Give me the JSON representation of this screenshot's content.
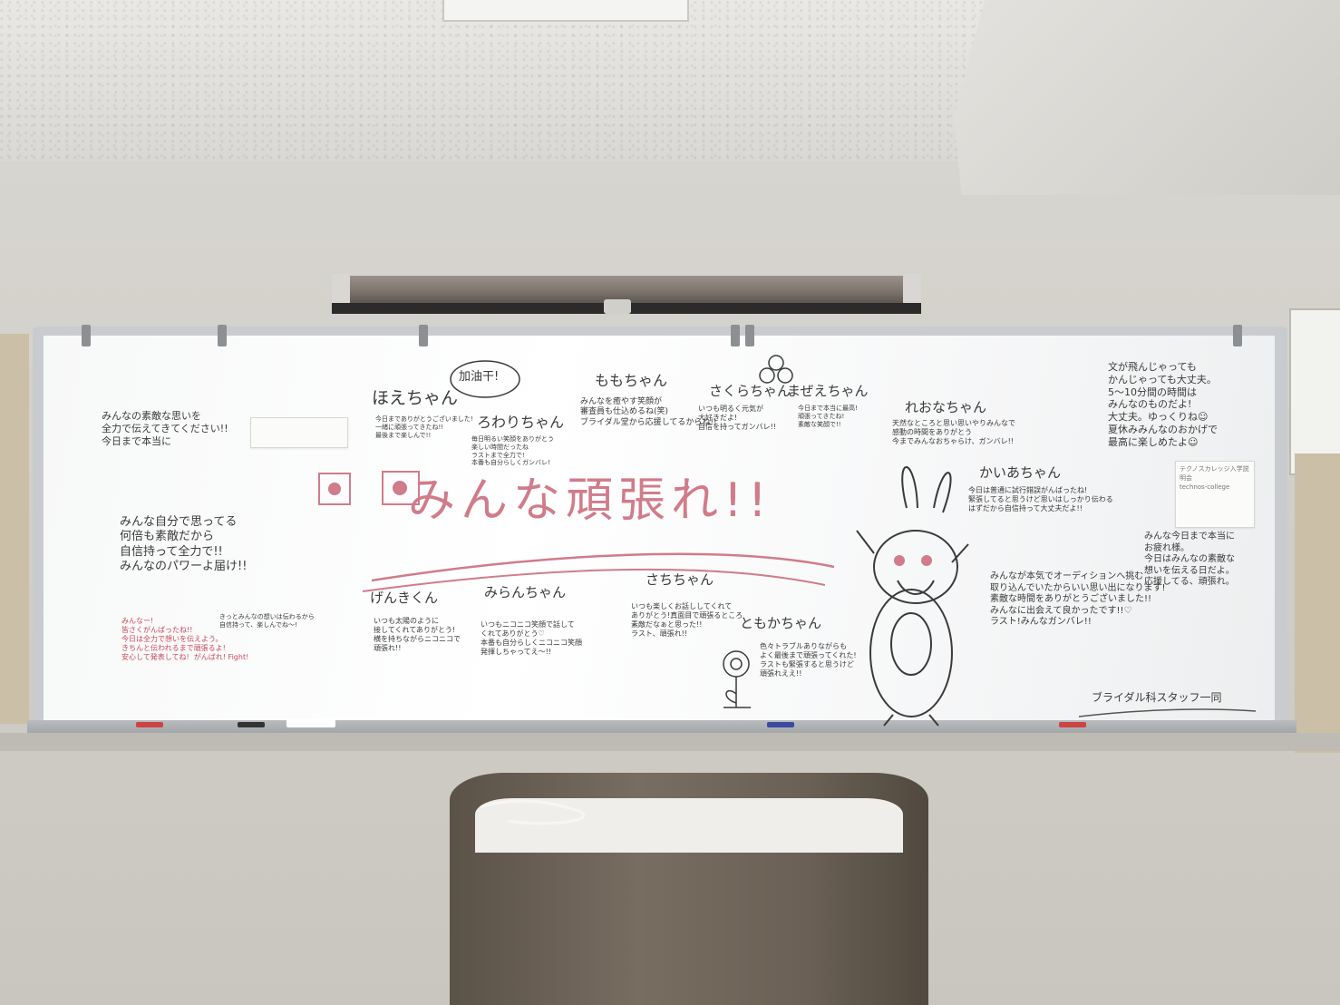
{
  "board": {
    "title": "みんな頑張れ!!",
    "oil": "加油干!",
    "messages": [
      {
        "id": "top-left",
        "text": "みんなの素敵な思いを\n全力で伝えてきてください!!\n今日まで本当に"
      },
      {
        "id": "hoechan",
        "text": "ほえちゃん"
      },
      {
        "id": "hoechan-body",
        "text": "今日までありがとうございました!\n一緒に頑張ってきたね!!\n最後まで楽しんで!!"
      },
      {
        "id": "warichan",
        "text": "ろわりちゃん"
      },
      {
        "id": "warichan-body",
        "text": "毎日明るい笑顔をありがとう\n楽しい時間だったね\nラストまで全力で!\n本番も自分らしくガンバレ!"
      },
      {
        "id": "momochan",
        "text": "ももちゃん"
      },
      {
        "id": "momochan-body",
        "text": "みんなを癒やす笑顔が\n審査員も仕込めるね(笑)\nブライダル堂から応援してるからね!!"
      },
      {
        "id": "sakurachan",
        "text": "さくらちゃん"
      },
      {
        "id": "sakurachan-body",
        "text": "いつも明るく元気が\n大好きだよ!\n自信を持ってガンバレ!!"
      },
      {
        "id": "mazechan",
        "text": "まぜえちゃん"
      },
      {
        "id": "mazechan-body",
        "text": "今日まで本当に最高!\n頑張ってきたね!\n素敵な笑顔で!!"
      },
      {
        "id": "renachan",
        "text": "れおなちゃん"
      },
      {
        "id": "renachan-body",
        "text": "天然なところと思い思いやりみんなで\n感動の時間をありがとう\n今までみんなおちゃらけ、ガンバレ!!"
      },
      {
        "id": "kaachan",
        "text": "かいあちゃん"
      },
      {
        "id": "kaachan-body",
        "text": "今日は普通に試行錯誤がんばったね!\n緊張してると思うけど思いはしっかり伝わる\nはずだから自信持って大丈夫だよ!!"
      },
      {
        "id": "right-top",
        "text": "文が飛んじゃっても\nかんじゃっても大丈夫。\n5〜10分間の時間は\nみんなのものだよ!\n大丈夫。ゆっくりね☺\n夏休みみんなのおかげで\n最高に楽しめたよ☺"
      },
      {
        "id": "left-mid",
        "text": "みんな自分で思ってる\n何倍も素敵だから\n自信持って全力で!!\nみんなのパワーよ届け!!"
      },
      {
        "id": "left-red",
        "text": "みんなー!\n皆さくがんばったね!!\n今日は全力で想いを伝えよう。\nきちんと伝われるまで頑張るよ!\n安心して発表してね!  がんばれ! Fight!"
      },
      {
        "id": "left-small",
        "text": "きっとみんなの想いは伝わるから\n自信持って、楽しんでね〜!"
      },
      {
        "id": "genkun",
        "text": "げんきくん"
      },
      {
        "id": "genkun-body",
        "text": "いつも太陽のように\n接してくれてありがとう!\n横を持ちながらニコニコで\n頑張れ!!"
      },
      {
        "id": "miranchan",
        "text": "みらんちゃん"
      },
      {
        "id": "miranchan-body",
        "text": "いつもニコニコ笑顔で話して\nくれてありがとう♡\n本番も自分らしくニコニコ笑顔\n発揮しちゃってえ〜!!"
      },
      {
        "id": "sachan",
        "text": "さちちゃん"
      },
      {
        "id": "sachan-body",
        "text": "いつも楽しくお話ししてくれて\nありがとう!真面目で頑張るところ\n素敵だなぁと思った!!\nラスト、頑張れ!!"
      },
      {
        "id": "tomokachan",
        "text": "ともかちゃん"
      },
      {
        "id": "tomokachan-body",
        "text": "色々トラブルありながらも\nよく最後まで頑張ってくれた!\nラストも緊張すると思うけど\n頑張れええ!!"
      },
      {
        "id": "right-mid",
        "text": "みんなが本気でオーディションへ挑む\n取り込んでいたからいい思い出になります!\n素敵な時間をありがとうございました!!\nみんなに出会えて良かったです!!♡\nラスト!みんなガンバレ!!"
      },
      {
        "id": "right-mid2",
        "text": "みんな今日まで本当に\nお疲れ様。\n今日はみんなの素敵な\n想いを伝える日だよ。\n応援してる、頑張れ。"
      },
      {
        "id": "signature",
        "text": "ブライダル科スタッフ一同"
      }
    ]
  },
  "paper_right": {
    "lines": [
      "テクノスカレッジ入学説明会",
      "technos-college"
    ]
  },
  "colors": {
    "ink": "#3a3a3a",
    "red_ink": "#c94a5a",
    "pink": "#d07c8a",
    "board": "#ffffff"
  }
}
